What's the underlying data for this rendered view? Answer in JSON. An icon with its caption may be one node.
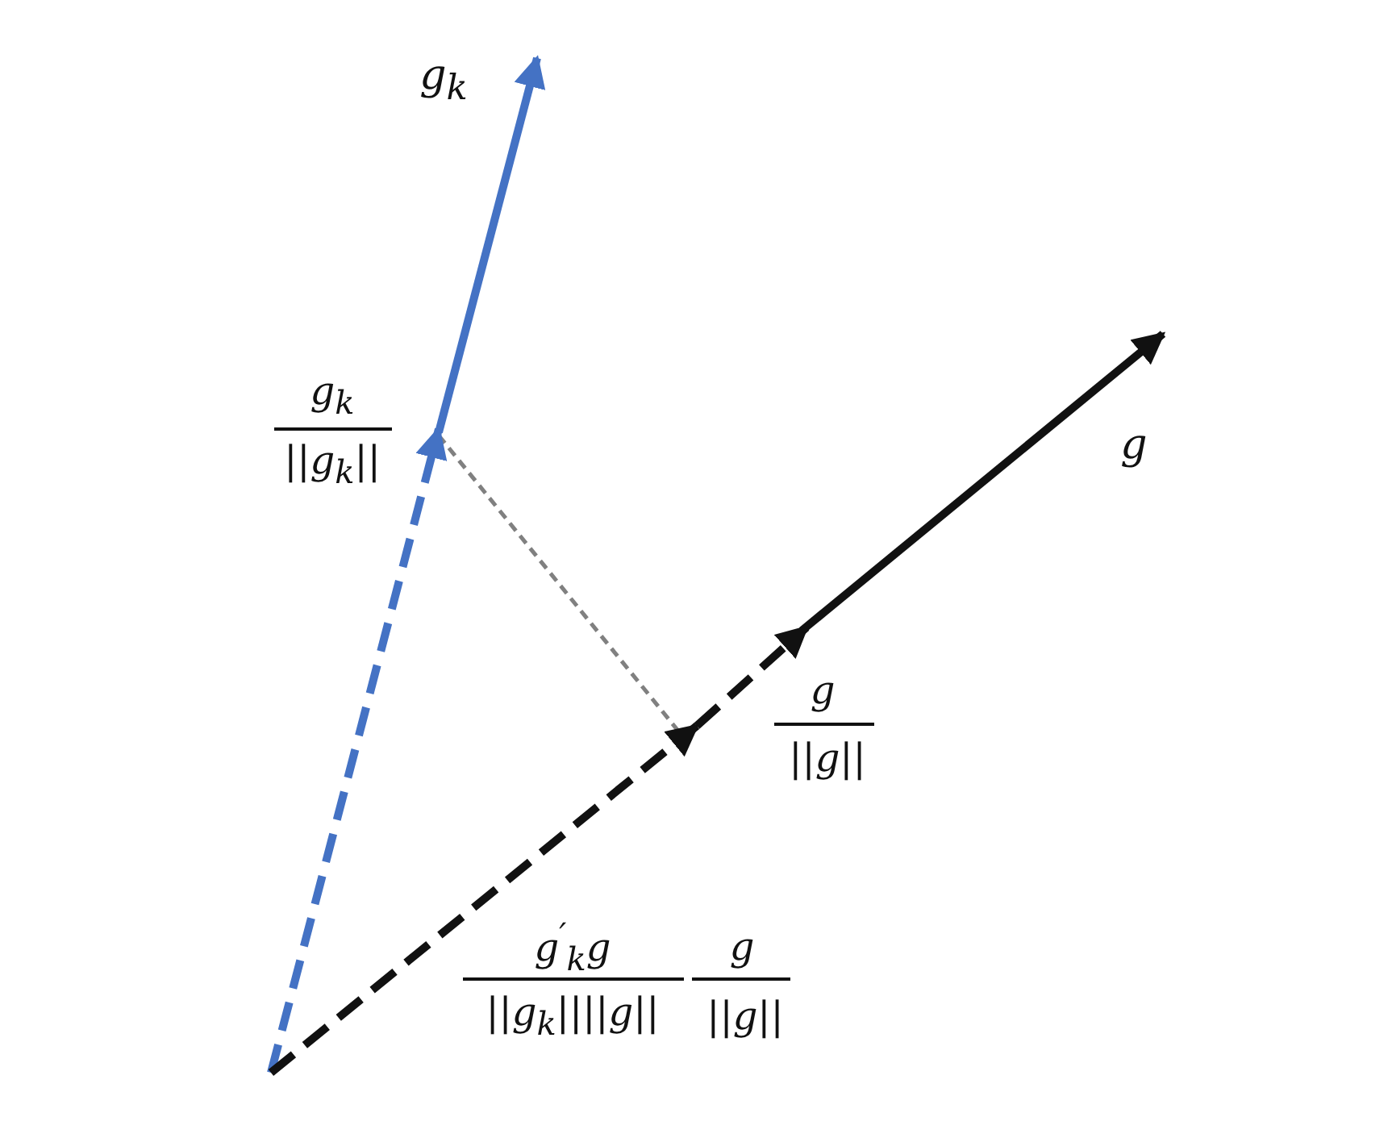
{
  "diagram": {
    "labels": [
      "g$_{k}$",
      "g$_{k}$",
      "||g$_{k}$||",
      "g",
      "g",
      "||g||",
      "g$^{′}$$_{k}$g",
      "||g$_{k}$||||g||",
      "g",
      "||g||"
    ]
  }
}
